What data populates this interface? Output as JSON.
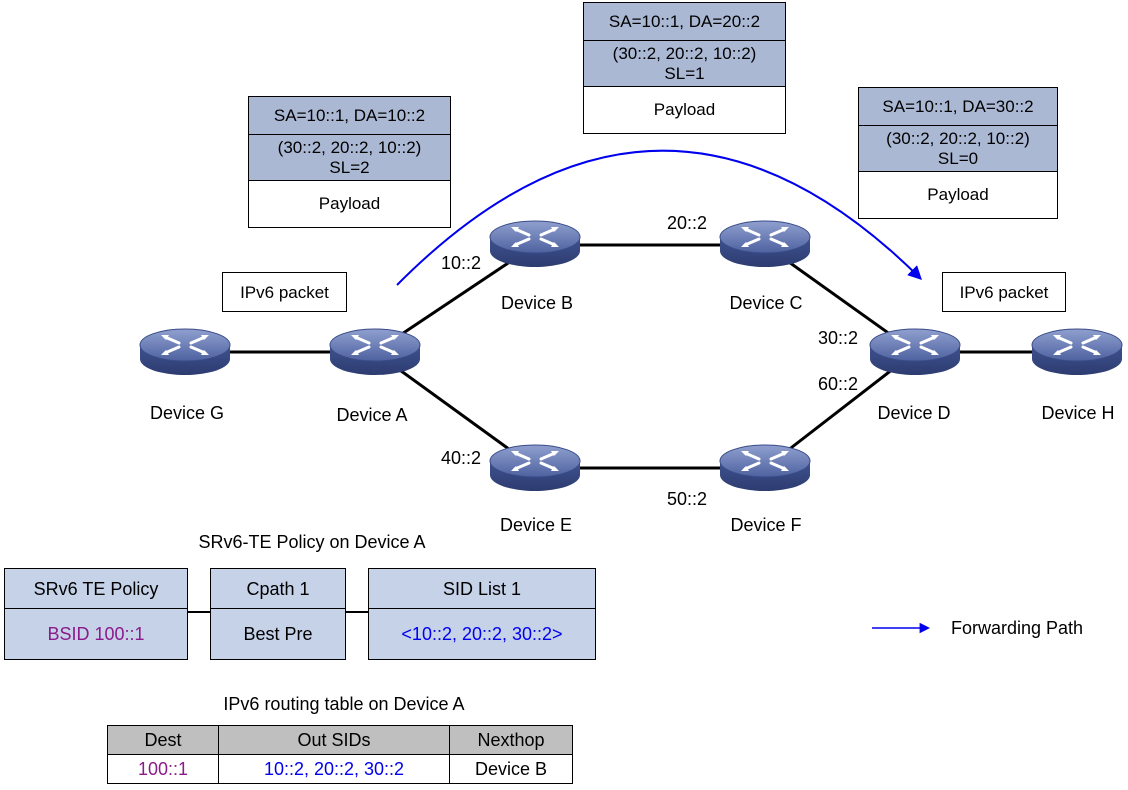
{
  "devices": {
    "a": "Device A",
    "b": "Device B",
    "c": "Device C",
    "d": "Device D",
    "e": "Device E",
    "f": "Device F",
    "g": "Device G",
    "h": "Device H"
  },
  "addresses": {
    "b": "10::2",
    "c": "20::2",
    "d_top": "30::2",
    "d_bottom": "60::2",
    "e": "40::2",
    "f": "50::2"
  },
  "packets": [
    {
      "header": "SA=10::1, DA=10::2",
      "sid_list": "(30::2, 20::2, 10::2)",
      "sl": "SL=2",
      "payload": "Payload"
    },
    {
      "header": "SA=10::1, DA=20::2",
      "sid_list": "(30::2, 20::2, 10::2)",
      "sl": "SL=1",
      "payload": "Payload"
    },
    {
      "header": "SA=10::1, DA=30::2",
      "sid_list": "(30::2, 20::2, 10::2)",
      "sl": "SL=0",
      "payload": "Payload"
    }
  ],
  "ipv6_packet_left": "IPv6 packet",
  "ipv6_packet_right": "IPv6 packet",
  "policy": {
    "title": "SRv6-TE Policy on Device A",
    "te_policy": "SRv6 TE Policy",
    "bsid": "BSID 100::1",
    "cpath": "Cpath 1",
    "best_pre": "Best Pre",
    "sid_list_title": "SID List 1",
    "sid_list_value": "<10::2, 20::2, 30::2>"
  },
  "legend": {
    "forwarding_path": "Forwarding Path"
  },
  "routing_table": {
    "title": "IPv6 routing table on Device A",
    "headers": [
      "Dest",
      "Out SIDs",
      "Nexthop"
    ],
    "row": [
      "100::1",
      "10::2, 20::2, 30::2",
      "Device B"
    ]
  },
  "colors": {
    "device_body": "#5a6fa8",
    "header_fill": "#aab8d4",
    "policy_fill": "#c5d2e8",
    "path_blue": "#0000ee",
    "bsid_purple": "#8b1a8b"
  }
}
